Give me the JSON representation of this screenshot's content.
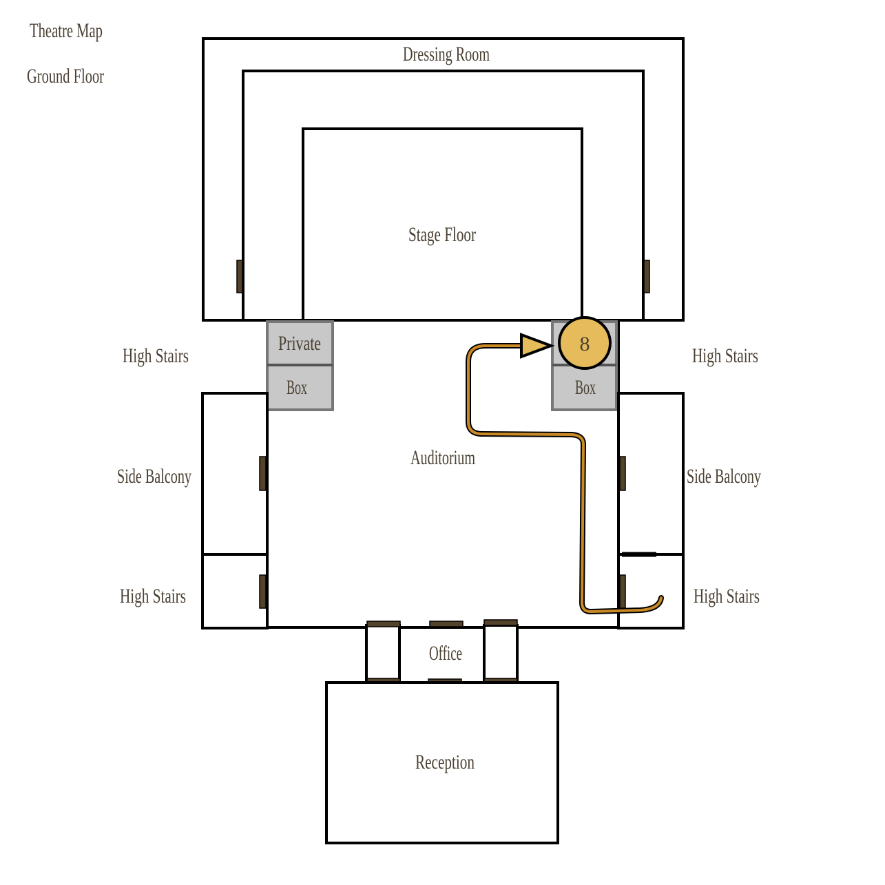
{
  "title": "Theatre Map",
  "floor": "Ground Floor",
  "rooms": {
    "dressing_room": "Dressing Room",
    "stage_floor": "Stage Floor",
    "private_box_left_top": "Private",
    "private_box_left_bottom": "Box",
    "private_box_right_bottom": "Box",
    "auditorium": "Auditorium",
    "high_stairs_upper_left": "High Stairs",
    "high_stairs_upper_right": "High Stairs",
    "side_balcony_left": "Side Balcony",
    "side_balcony_right": "Side Balcony",
    "high_stairs_lower_left": "High Stairs",
    "high_stairs_lower_right": "High Stairs",
    "office": "Office",
    "reception": "Reception"
  },
  "marker": {
    "label": "8",
    "fill": "#e5bb5b"
  },
  "colors": {
    "text": "#4a4033",
    "door": "#54432b",
    "path": "#c98a26",
    "box": "#c8c8c8"
  }
}
